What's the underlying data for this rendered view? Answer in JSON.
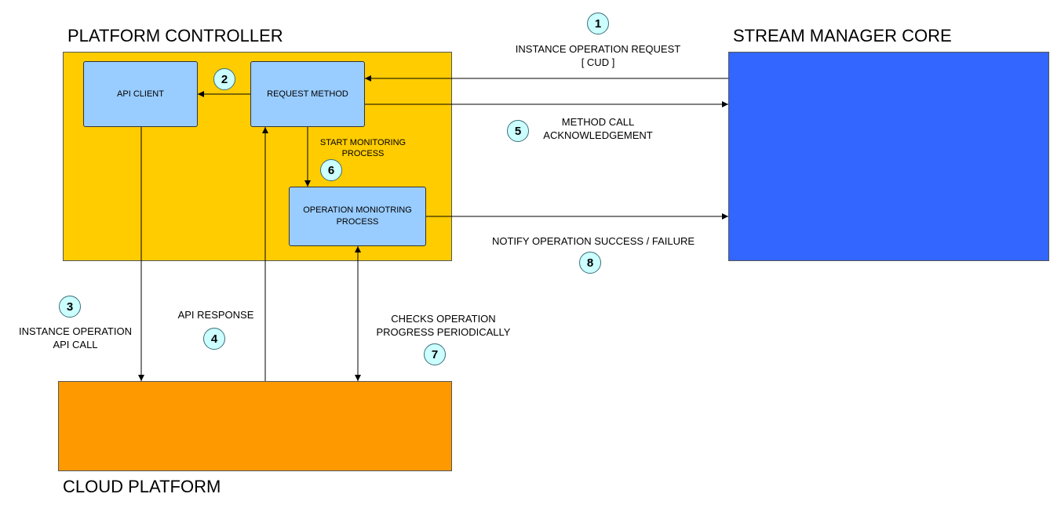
{
  "colors": {
    "controller_fill": "#ffcc00",
    "stream_fill": "#3366ff",
    "cloud_fill": "#ff9900",
    "component_fill": "#99ccff",
    "step_fill": "#ccffff"
  },
  "regions": {
    "controller_title": "PLATFORM CONTROLLER",
    "stream_title": "STREAM MANAGER CORE",
    "cloud_title": "CLOUD PLATFORM"
  },
  "components": {
    "api_client": "API CLIENT",
    "request_method": "REQUEST METHOD",
    "monitoring_line1": "OPERATION MONIOTRING",
    "monitoring_line2": "PROCESS"
  },
  "flows": {
    "instance_request_line1": "INSTANCE OPERATION REQUEST",
    "instance_request_line2": "[ CUD ]",
    "ack_line1": "METHOD CALL",
    "ack_line2": "ACKNOWLEDGEMENT",
    "start_monitor_line1": "START MONITORING",
    "start_monitor_line2": "PROCESS",
    "notify": "NOTIFY OPERATION SUCCESS / FAILURE",
    "api_call_line1": "INSTANCE OPERATION",
    "api_call_line2": "API CALL",
    "api_response": "API RESPONSE",
    "checks_line1": "CHECKS  OPERATION",
    "checks_line2": "PROGRESS PERIODICALLY"
  },
  "steps": {
    "s1": "1",
    "s2": "2",
    "s3": "3",
    "s4": "4",
    "s5": "5",
    "s6": "6",
    "s7": "7",
    "s8": "8"
  }
}
